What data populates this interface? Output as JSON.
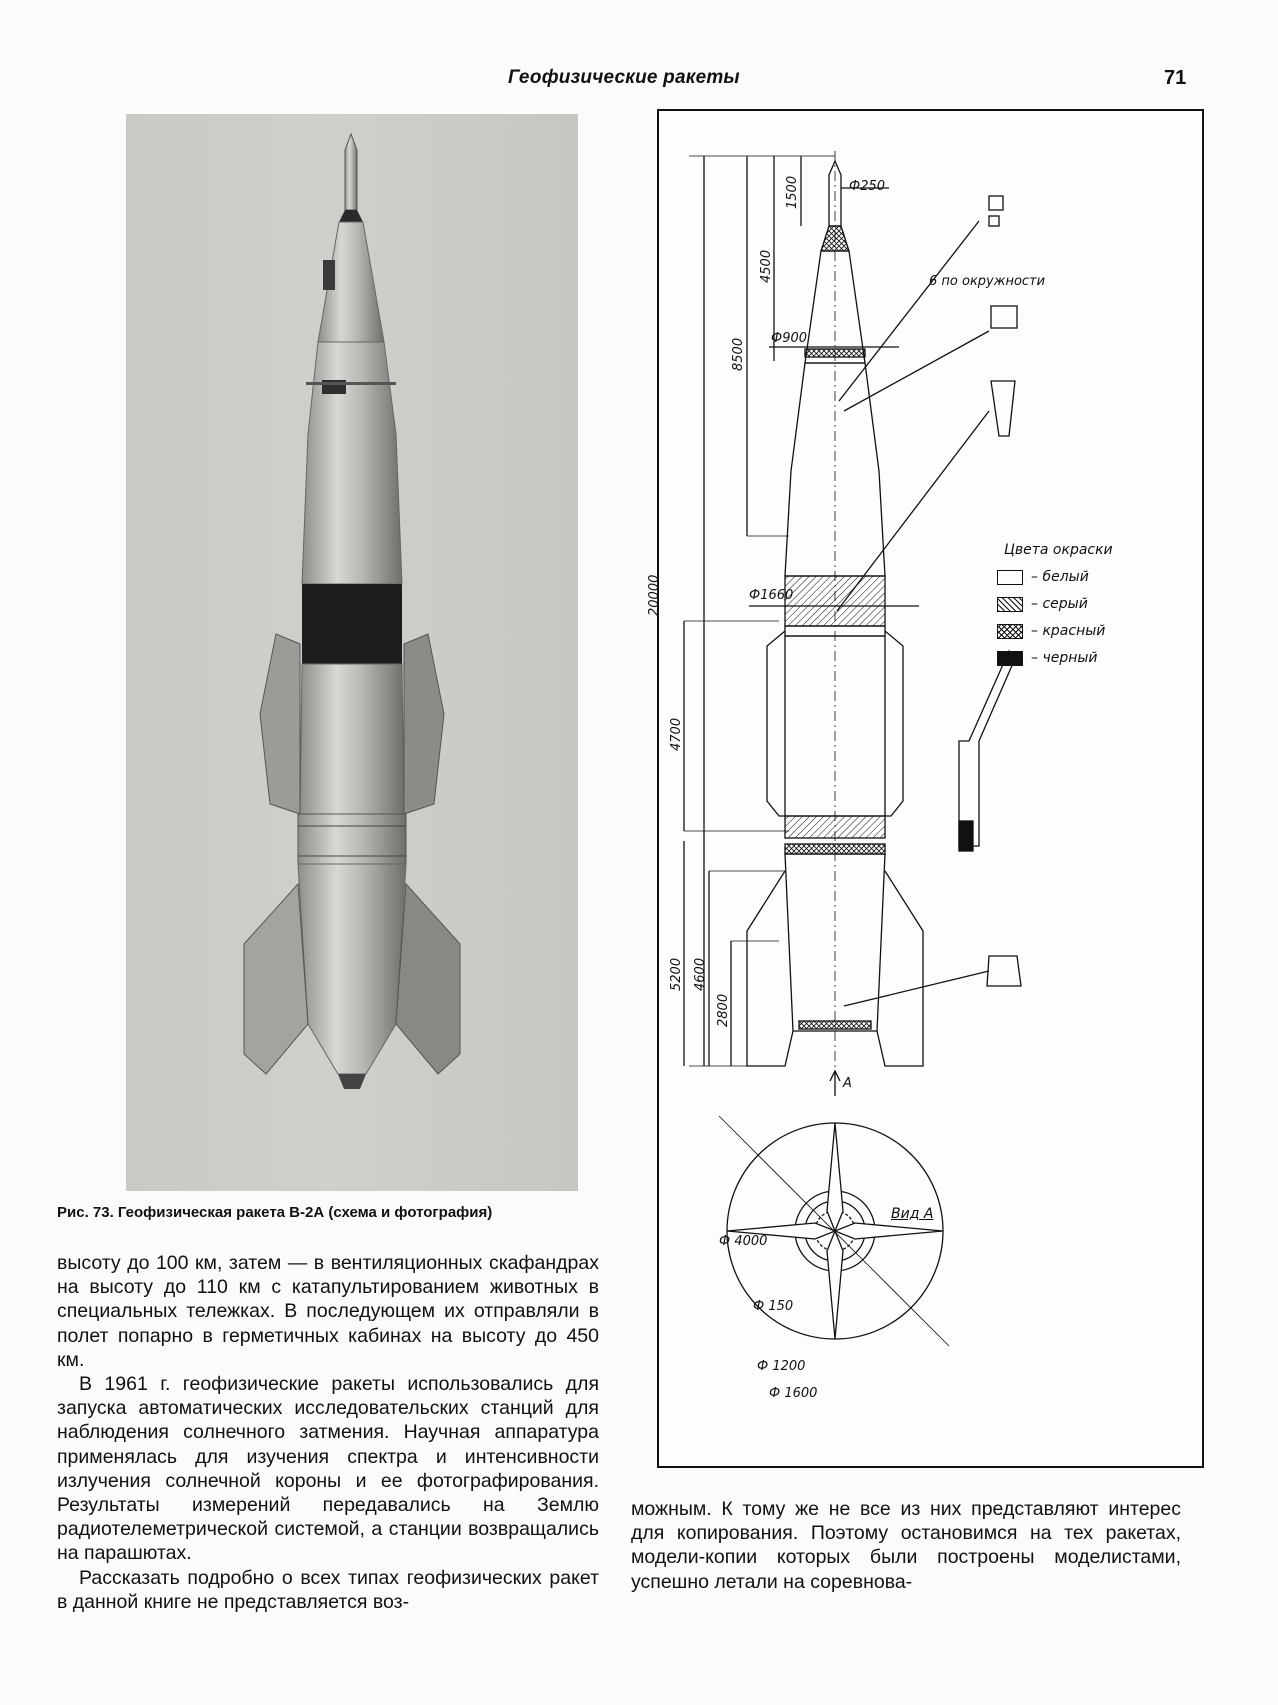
{
  "header": {
    "running_title": "Геофизические ракеты",
    "page_number": "71"
  },
  "figure": {
    "caption": "Рис. 73. Геофизическая ракета В-2А (схема и фотография)",
    "dimensions": {
      "d_nose": "Ф250",
      "d_head": "Ф900",
      "d_body": "Ф1660",
      "len_1500": "1500",
      "len_4500": "4500",
      "len_8500": "8500",
      "len_20000": "20000",
      "len_4700": "4700",
      "len_5200": "5200",
      "len_4600": "4600",
      "len_2800": "2800",
      "d_4000": "Ф 4000",
      "d_150": "Ф 150",
      "d_1200": "Ф 1200",
      "d_1600": "Ф 1600"
    },
    "note_around": "6 по окружности",
    "view_arrow": "А",
    "view_title": "Вид А",
    "legend": {
      "title": "Цвета окраски",
      "items": [
        {
          "pattern": "plain",
          "label": "– белый"
        },
        {
          "pattern": "hatch",
          "label": "– серый"
        },
        {
          "pattern": "cross",
          "label": "– красный"
        },
        {
          "pattern": "black",
          "label": "– черный"
        }
      ]
    }
  },
  "text_left": [
    "высоту до 100 км, затем — в вентиляционных скафандрах на высоту до 110 км с катапультированием животных в специальных тележках. В последующем их отправляли в полет попарно в герметичных кабинах на высоту до 450 км.",
    "В 1961 г. геофизические ракеты использовались для запуска автоматических исследовательских станций для наблюдения солнечного затмения. Научная аппаратура применялась для изучения спектра и интенсивности излучения солнечной короны и ее фотографирования. Результаты измерений передавались на Землю радиотелеметрической системой, а станции возвращались на парашютах.",
    "Рассказать подробно о всех типах геофизических ракет в данной книге не представляется воз-"
  ],
  "text_right": [
    "можным. К тому же не все из них представляют интерес для копирования. Поэтому остановимся на тех ракетах, модели-копии которых были построены моделистами, успешно летали на соревнова-"
  ]
}
